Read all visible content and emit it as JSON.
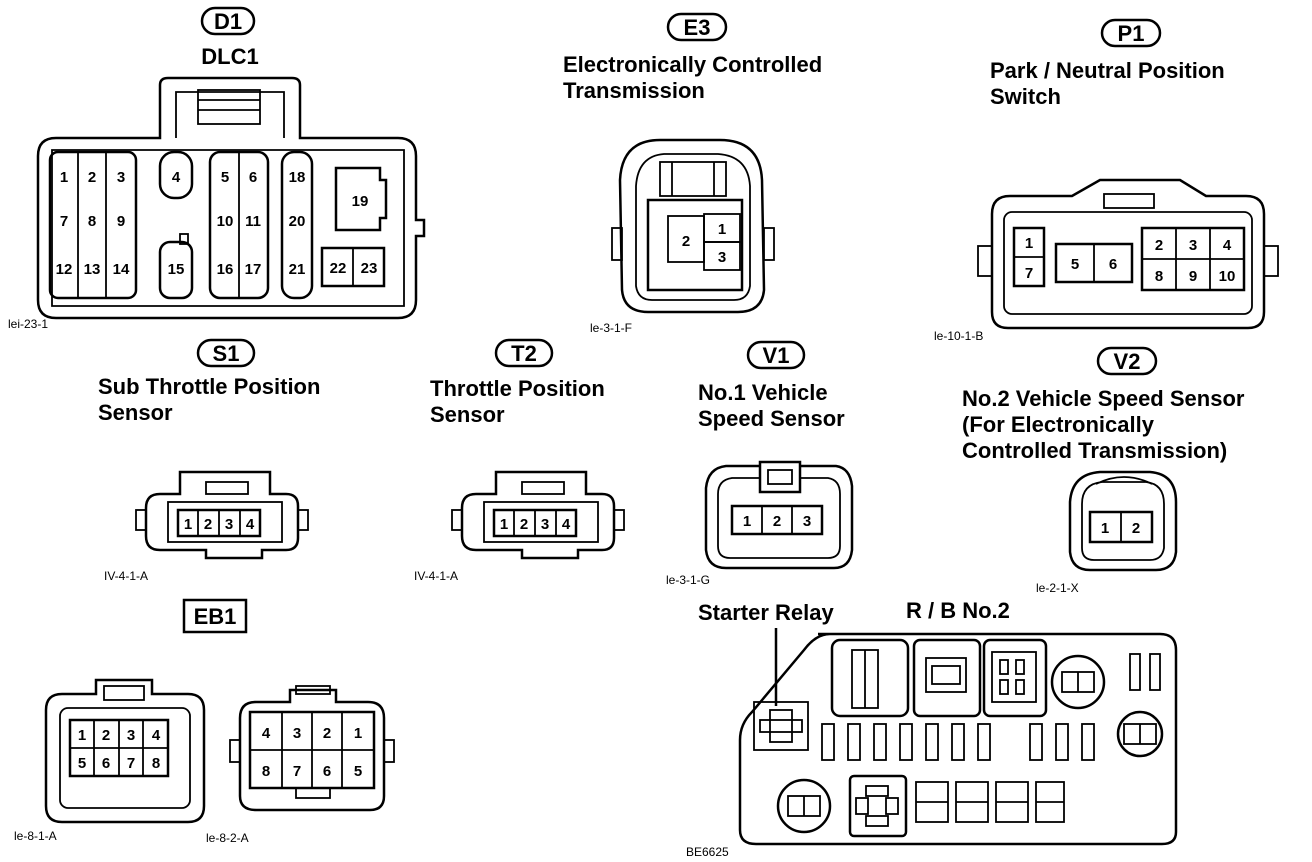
{
  "d1": {
    "tag": "D1",
    "name": "DLC1",
    "code": "lei-23-1",
    "pins": [
      "1",
      "2",
      "3",
      "4",
      "5",
      "6",
      "18",
      "19",
      "7",
      "8",
      "9",
      "10",
      "11",
      "20",
      "12",
      "13",
      "14",
      "15",
      "16",
      "17",
      "21",
      "22",
      "23"
    ]
  },
  "e3": {
    "tag": "E3",
    "name_line1": "Electronically Controlled",
    "name_line2": "Transmission",
    "code": "le-3-1-F",
    "pins": [
      "1",
      "2",
      "3"
    ]
  },
  "p1": {
    "tag": "P1",
    "name_line1": "Park / Neutral Position",
    "name_line2": "Switch",
    "code": "le-10-1-B",
    "pins": [
      "1",
      "7",
      "5",
      "6",
      "2",
      "3",
      "4",
      "8",
      "9",
      "10"
    ]
  },
  "s1": {
    "tag": "S1",
    "name_line1": "Sub Throttle Position",
    "name_line2": "Sensor",
    "code": "IV-4-1-A",
    "pins": [
      "1",
      "2",
      "3",
      "4"
    ]
  },
  "t2": {
    "tag": "T2",
    "name_line1": "Throttle Position",
    "name_line2": "Sensor",
    "code": "IV-4-1-A",
    "pins": [
      "1",
      "2",
      "3",
      "4"
    ]
  },
  "v1": {
    "tag": "V1",
    "name_line1": "No.1 Vehicle",
    "name_line2": "Speed Sensor",
    "code": "le-3-1-G",
    "pins": [
      "1",
      "2",
      "3"
    ]
  },
  "v2": {
    "tag": "V2",
    "name_line1": "No.2 Vehicle Speed Sensor",
    "name_line2": "(For Electronically",
    "name_line3": "Controlled Transmission)",
    "code": "le-2-1-X",
    "pins": [
      "1",
      "2"
    ]
  },
  "eb1": {
    "tag": "EB1",
    "left_code": "le-8-1-A",
    "left_pins": [
      "1",
      "2",
      "3",
      "4",
      "5",
      "6",
      "7",
      "8"
    ],
    "right_code": "le-8-2-A",
    "right_pins": [
      "4",
      "3",
      "2",
      "1",
      "8",
      "7",
      "6",
      "5"
    ]
  },
  "rb2": {
    "starter_label": "Starter Relay",
    "title": "R / B No.2",
    "code": "BE6625"
  }
}
